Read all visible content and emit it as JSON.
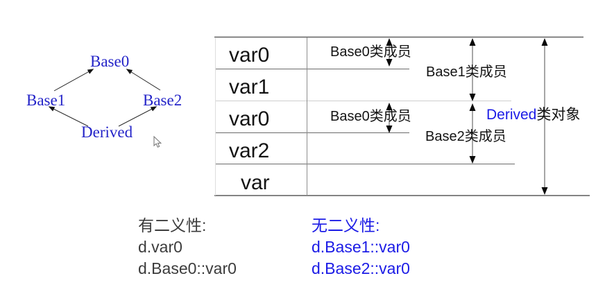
{
  "colors": {
    "diamond_label_blue": "#2323c8",
    "highlight_blue": "#1b1be6",
    "note_gray": "#3c3c3c",
    "text_black": "#141414",
    "table_line_gray": "#6b6b6b",
    "light_line_gray": "#cfcfcf"
  },
  "diamond": {
    "top": "Base0",
    "left": "Base1",
    "right": "Base2",
    "bottom": "Derived"
  },
  "memory_layout": {
    "rows": [
      "var0",
      "var1",
      "var0",
      "var2",
      "var"
    ],
    "annotations": {
      "base0_members_top": "Base0类成员",
      "base1_members": "Base1类成员",
      "base0_members_mid": "Base0类成员",
      "base2_members": "Base2类成员",
      "derived_object_class": "Derived",
      "derived_object_suffix": "类对象"
    }
  },
  "notes": {
    "ambiguous_title": "有二义性:",
    "ambiguous_lines": [
      "d.var0",
      "d.Base0::var0"
    ],
    "unambiguous_title": "无二义性:",
    "unambiguous_lines": [
      "d.Base1::var0",
      "d.Base2::var0"
    ]
  }
}
